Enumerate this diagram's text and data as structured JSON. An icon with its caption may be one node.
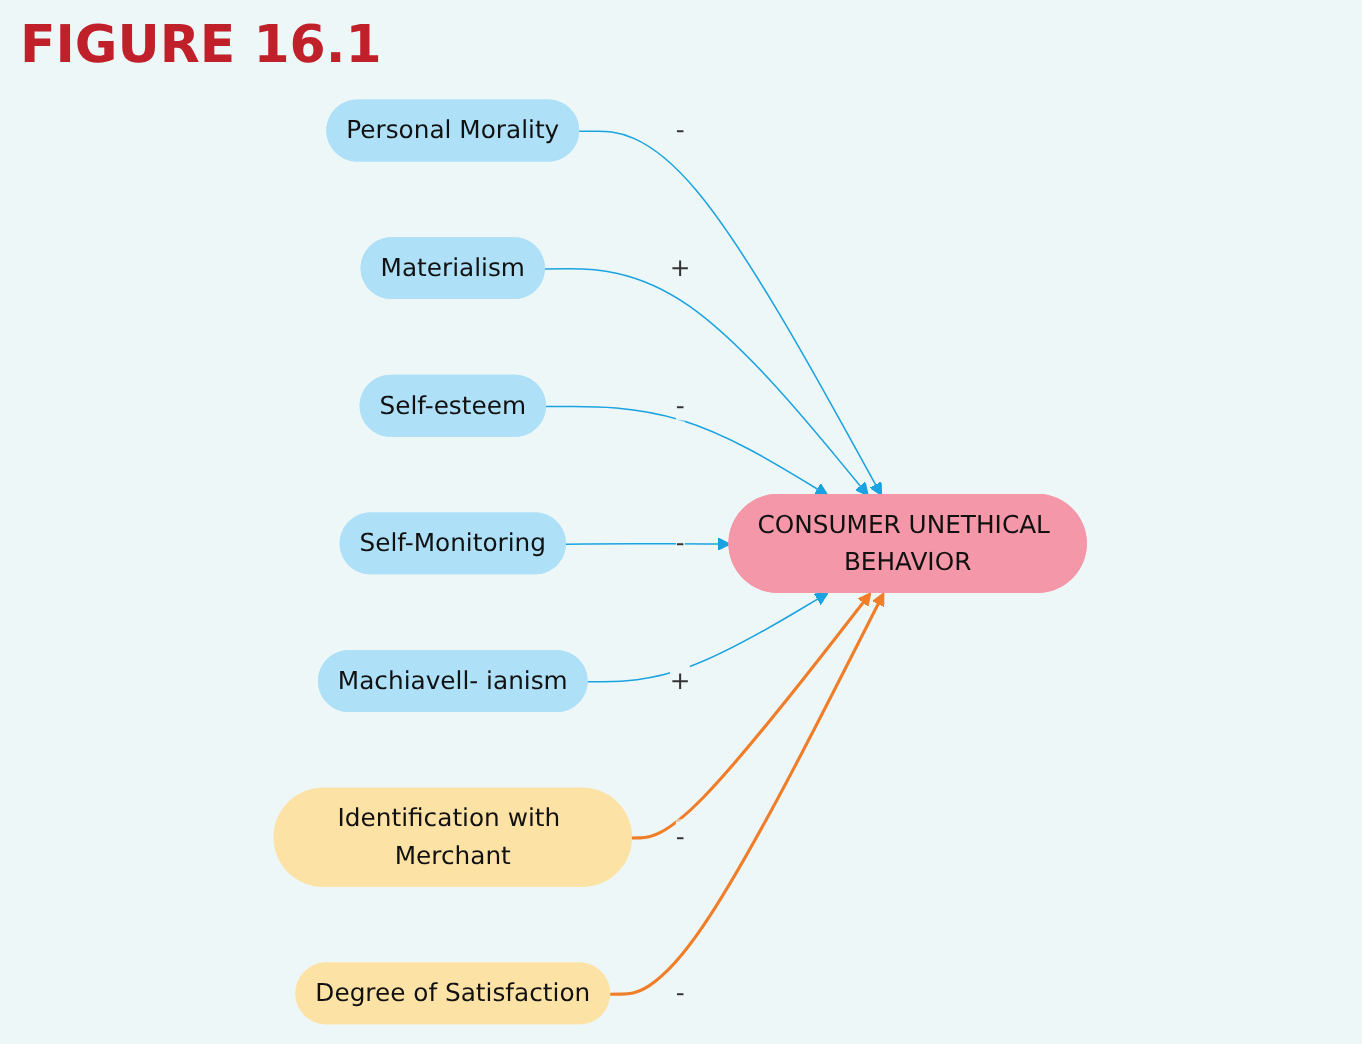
{
  "diagram": {
    "title": "FIGURE 16.1",
    "nodes": [
      {
        "text": [
          "Personal Morality"
        ]
      },
      {
        "text": [
          "Identification with Merchant"
        ]
      },
      {
        "text": [
          "Materialism"
        ]
      },
      {
        "text": [
          "Self-esteem"
        ]
      },
      {
        "text": [
          "CONSUMER UNETHICAL BEHAVIOR"
        ]
      },
      {
        "text": [
          "Self-Monitoring"
        ]
      },
      {
        "text": [
          "Machiavell- ianism"
        ]
      },
      {
        "text": [
          "Degree of Satisfaction"
        ]
      }
    ],
    "edges": [
      {
        "from": 0,
        "to": 4,
        "arrow": "to",
        "label": "-"
      },
      {
        "from": 2,
        "to": 4,
        "arrow": "to",
        "label": "+"
      },
      {
        "from": 3,
        "to": 4,
        "arrow": "to",
        "label": "-"
      },
      {
        "from": 5,
        "to": 4,
        "arrow": "to",
        "label": "-"
      },
      {
        "from": 6,
        "to": 4,
        "arrow": "to",
        "label": "+"
      },
      {
        "from": 1,
        "to": 4,
        "arrow": "to",
        "label": "-",
        "color": "#f07d28"
      },
      {
        "from": 7,
        "to": 4,
        "arrow": "to",
        "label": "-",
        "color": "#f07d28"
      }
    ]
  }
}
